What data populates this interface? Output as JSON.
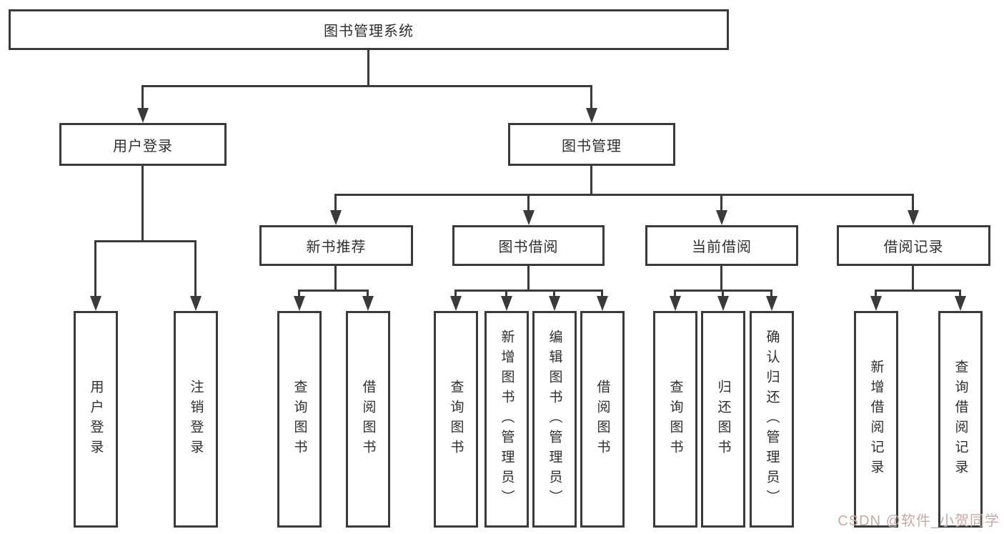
{
  "diagram": {
    "root": {
      "label": "图书管理系统"
    },
    "branches": {
      "user_login": {
        "label": "用户登录",
        "children": [
          "用户登录",
          "注销登录"
        ]
      },
      "book_management": {
        "label": "图书管理",
        "sections": {
          "new_book_recommend": {
            "label": "新书推荐",
            "children": [
              "查询图书",
              "借阅图书"
            ]
          },
          "book_borrow": {
            "label": "图书借阅",
            "children": [
              "查询图书",
              "新增图书（管理员）",
              "编辑图书（管理员）",
              "借阅图书"
            ]
          },
          "current_borrow": {
            "label": "当前借阅",
            "children": [
              "查询图书",
              "归还图书",
              "确认归还（管理员）"
            ]
          },
          "borrow_records": {
            "label": "借阅记录",
            "children": [
              "新增借阅记录",
              "查询借阅记录"
            ]
          }
        }
      }
    }
  },
  "watermark": {
    "text": "CSDN @软件_小贺同学"
  },
  "colors": {
    "line": "#3a3a3a",
    "text": "#2f2f2f",
    "watermark": "#c8a8a8",
    "background": "#ffffff"
  }
}
